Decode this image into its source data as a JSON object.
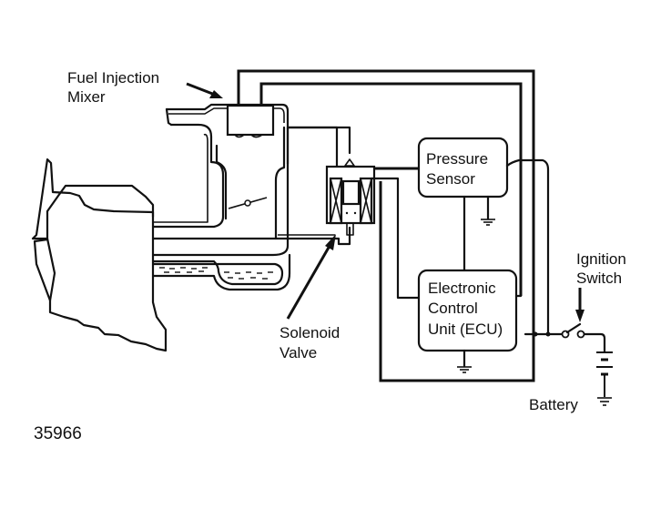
{
  "figure": {
    "id_label": "35966",
    "labels": {
      "fuel_injection_mixer": [
        "Fuel Injection",
        "Mixer"
      ],
      "solenoid_valve": [
        "Solenoid",
        "Valve"
      ],
      "ignition_switch": [
        "Ignition",
        "Switch"
      ],
      "battery": "Battery"
    },
    "components": {
      "pressure_sensor": [
        "Pressure",
        "Sensor"
      ],
      "ecu": [
        "Electronic",
        "Control",
        "Unit (ECU)"
      ]
    },
    "colors": {
      "ink": "#111111",
      "background": "#ffffff"
    }
  }
}
